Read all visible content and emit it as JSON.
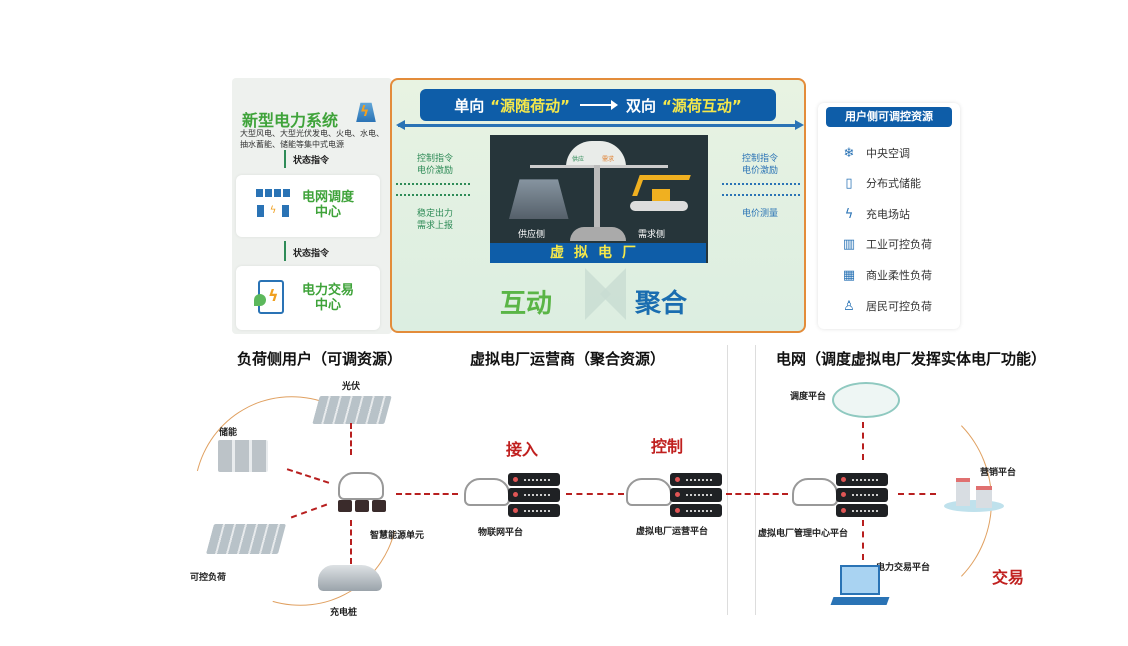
{
  "top": {
    "left": {
      "title": "新型电力系统",
      "subtitle": "大型风电、大型光伏发电、火电、水电、抽水蓄能、储能等集中式电源",
      "state_label_1": "状态指令",
      "dispatch_center": "电网调度中心",
      "state_label_2": "状态指令",
      "trading_center": "电力交易中心"
    },
    "center": {
      "banner_prefix": "单向",
      "banner_hl1": "“源随荷动”",
      "banner_mid": "双向",
      "banner_hl2": "“源荷互动”",
      "left_top_text": "控制指令\n电价激励",
      "left_bottom_text": "稳定出力\n需求上报",
      "right_top_text": "控制指令\n电价激励",
      "right_bottom_text": "电价测量",
      "scale_left_tag": "供应",
      "scale_right_tag": "需求",
      "supply_side": "供应侧",
      "demand_side": "需求侧",
      "vpp_label": "虚拟电厂",
      "interact": "互动",
      "aggregate": "聚合"
    },
    "right": {
      "header": "用户侧可调控资源",
      "items": [
        {
          "label": "中央空调",
          "icon": "snowflake-icon"
        },
        {
          "label": "分布式储能",
          "icon": "battery-icon"
        },
        {
          "label": "充电场站",
          "icon": "charging-station-icon"
        },
        {
          "label": "工业可控负荷",
          "icon": "factory-icon"
        },
        {
          "label": "商业柔性负荷",
          "icon": "building-icon"
        },
        {
          "label": "居民可控负荷",
          "icon": "people-icon"
        }
      ]
    }
  },
  "bottom": {
    "sections": {
      "load_users": "负荷侧用户（可调资源）",
      "operator": "虚拟电厂运营商（聚合资源）",
      "grid": "电网（调度虚拟电厂发挥实体电厂功能）"
    },
    "load_nodes": {
      "pv": "光伏",
      "storage": "储能",
      "controllable_load": "可控负荷",
      "charging_pile": "充电桩",
      "smart_energy_unit": "智慧能源单元"
    },
    "operator_nodes": {
      "access": "接入",
      "control": "控制",
      "iot_platform": "物联网平台",
      "vpp_operation_platform": "虚拟电厂运营平台"
    },
    "grid_nodes": {
      "dispatch_platform": "调度平台",
      "marketing_platform": "营销平台",
      "vpp_mgmt_platform": "虚拟电厂管理中心平台",
      "power_trading_platform": "电力交易平台",
      "trade": "交易"
    }
  }
}
